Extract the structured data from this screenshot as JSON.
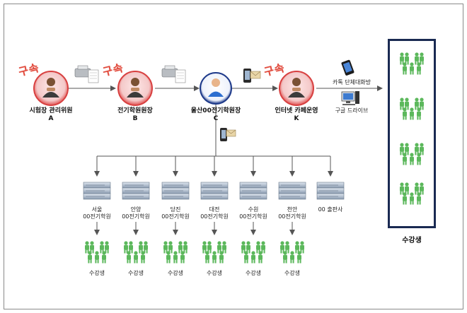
{
  "nodes": [
    {
      "stamp": "구속",
      "title": "시험장 관리위원",
      "code": "A",
      "type": "person-red"
    },
    {
      "stamp": "구속",
      "title": "전기학원원장",
      "code": "B",
      "type": "person-red"
    },
    {
      "stamp": "",
      "title": "울산00전기학원장",
      "code": "C",
      "type": "person-blue"
    },
    {
      "stamp": "구속",
      "title": "인터넷 카페운영",
      "code": "K",
      "type": "person-red"
    }
  ],
  "channels": {
    "kakao": "카톡 단체대화방",
    "google": "구글 드라이브"
  },
  "academies": [
    {
      "line1": "서울",
      "line2": "00전기학원"
    },
    {
      "line1": "안양",
      "line2": "00전기학원"
    },
    {
      "line1": "당진",
      "line2": "00전기학원"
    },
    {
      "line1": "대전",
      "line2": "00전기학원"
    },
    {
      "line1": "수원",
      "line2": "00전기학원"
    },
    {
      "line1": "천안",
      "line2": "00전기학원"
    },
    {
      "line1": "00 출판사",
      "line2": ""
    }
  ],
  "student_label": "수강생",
  "big_group_label": "수강생",
  "colors": {
    "stamp": "#e04a3c",
    "frame": "#1a2a52",
    "people": "#5cb85c",
    "arrow": "#555555"
  }
}
